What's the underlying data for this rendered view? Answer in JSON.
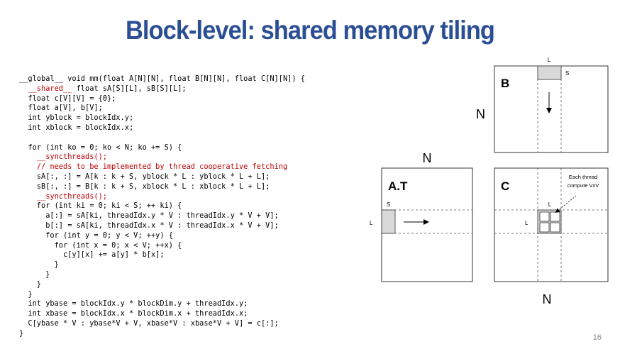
{
  "slide": {
    "title": "Block-level: shared memory tiling",
    "page_number": "16"
  },
  "code": {
    "lines": [
      {
        "text": "__global__ void mm(float A[N][N], float B[N][N], float C[N][N]) {",
        "red": false
      },
      {
        "text": "  __shared__ float sA[S][L], sB[S][L];",
        "red": false,
        "red_prefix": "  __shared__"
      },
      {
        "text": "  float c[V][V] = {0};",
        "red": false
      },
      {
        "text": "  float a[V], b[V];",
        "red": false
      },
      {
        "text": "  int yblock = blockIdx.y;",
        "red": false
      },
      {
        "text": "  int xblock = blockIdx.x;",
        "red": false
      },
      {
        "text": "",
        "red": false
      },
      {
        "text": "  for (int ko = 0; ko < N; ko += S) {",
        "red": false
      },
      {
        "text": "    __syncthreads();",
        "red": true
      },
      {
        "text": "    // needs to be implemented by thread cooperative fetching",
        "red": true
      },
      {
        "text": "    sA[:, :] = A[k : k + S, yblock * L : yblock * L + L];",
        "red": false
      },
      {
        "text": "    sB[:, :] = B[k : k + S, xblock * L : xblock * L + L];",
        "red": false
      },
      {
        "text": "    __syncthreads();",
        "red": true
      },
      {
        "text": "    for (int ki = 0; ki < S; ++ ki) {",
        "red": false
      },
      {
        "text": "      a[:] = sA[ki, threadIdx.y * V : threadIdx.y * V + V];",
        "red": false
      },
      {
        "text": "      b[:] = sA[ki, threadIdx.x * V : threadIdx.x * V + V];",
        "red": false
      },
      {
        "text": "      for (int y = 0; y < V; ++y) {",
        "red": false
      },
      {
        "text": "        for (int x = 0; x < V; ++x) {",
        "red": false
      },
      {
        "text": "          c[y][x] += a[y] * b[x];",
        "red": false
      },
      {
        "text": "        }",
        "red": false
      },
      {
        "text": "      }",
        "red": false
      },
      {
        "text": "    }",
        "red": false
      },
      {
        "text": "  }",
        "red": false
      },
      {
        "text": "  int ybase = blockIdx.y * blockDim.y + threadIdx.y;",
        "red": false
      },
      {
        "text": "  int xbase = blockIdx.x * blockDim.x + threadIdx.x;",
        "red": false
      },
      {
        "text": "  C[ybase * V : ybase*V + V, xbase*V : xbase*V + V] = c[:];",
        "red": false
      },
      {
        "text": "}",
        "red": false
      }
    ]
  },
  "diagram": {
    "matrix_B": {
      "label": "B",
      "top_label": "L",
      "tile_label": "S",
      "side_label": "N"
    },
    "matrix_AT": {
      "label": "A.T",
      "top_label": "N",
      "tile_label": "S",
      "side_label": "L"
    },
    "matrix_C": {
      "label": "C",
      "tile_top_label": "L",
      "tile_side_label": "L",
      "bottom_label": "N",
      "note_line1": "Each thread",
      "note_line2": "compute VxV"
    }
  },
  "colors": {
    "title": "#2b4f94",
    "red_code": "#c00000",
    "tile_fill": "#d9d9d9",
    "border": "#333333"
  }
}
